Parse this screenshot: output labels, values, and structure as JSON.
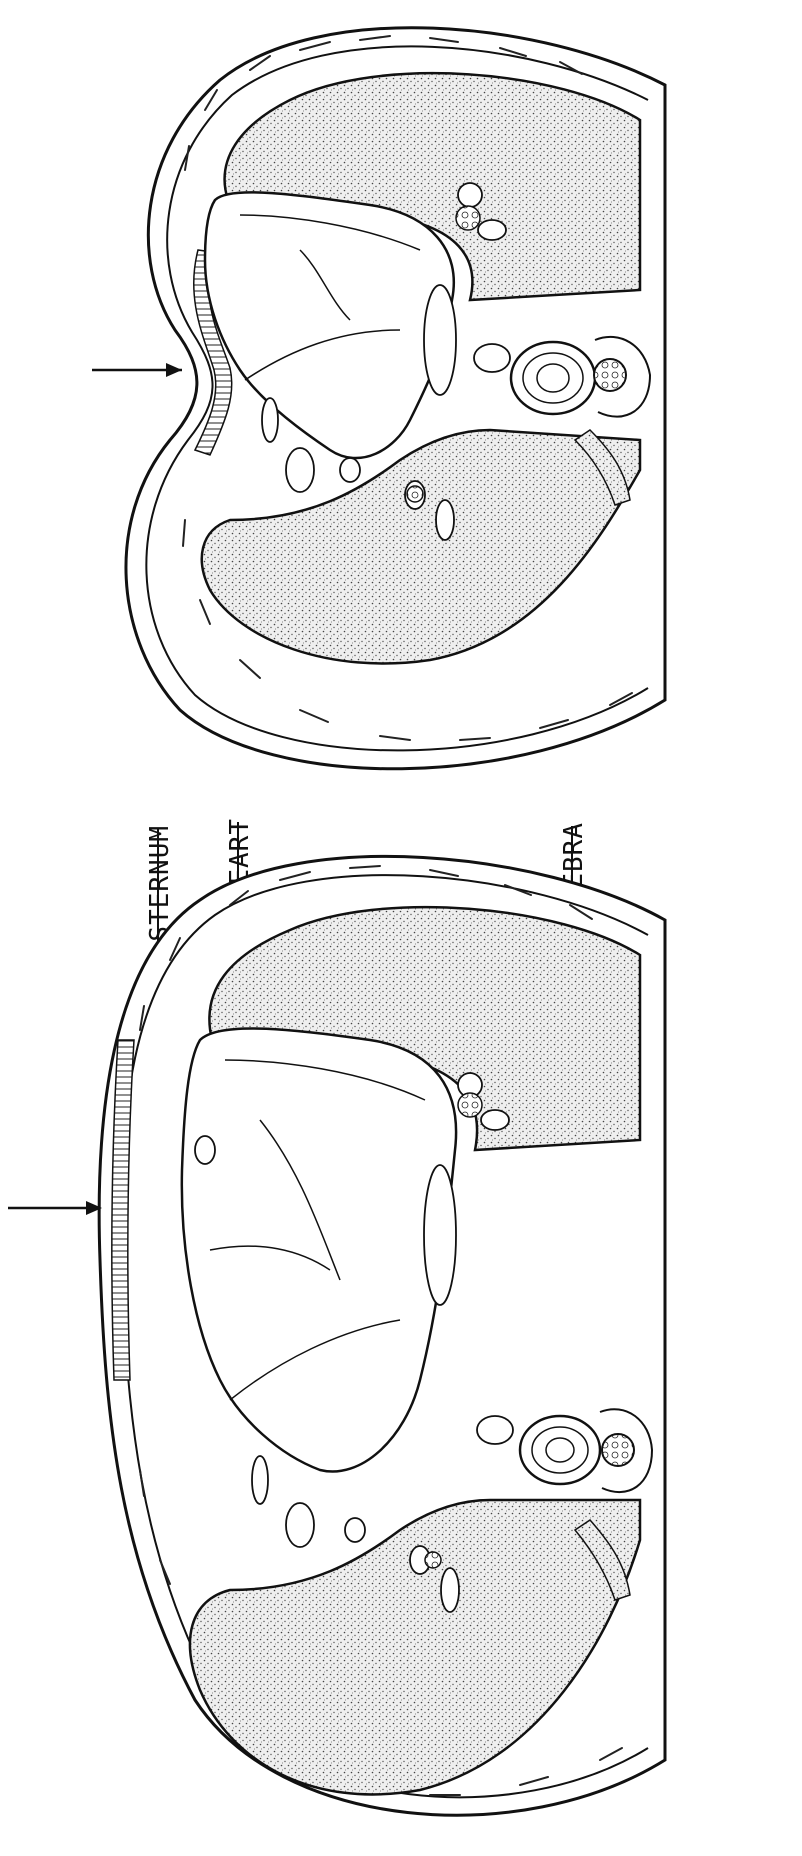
{
  "labels": {
    "sternum": "STERNUM",
    "heart": "HEART",
    "vertebra": "VERTEBRA"
  },
  "figures": [
    {
      "name": "pectus-excavatum-section"
    },
    {
      "name": "normal-chest-section"
    }
  ]
}
